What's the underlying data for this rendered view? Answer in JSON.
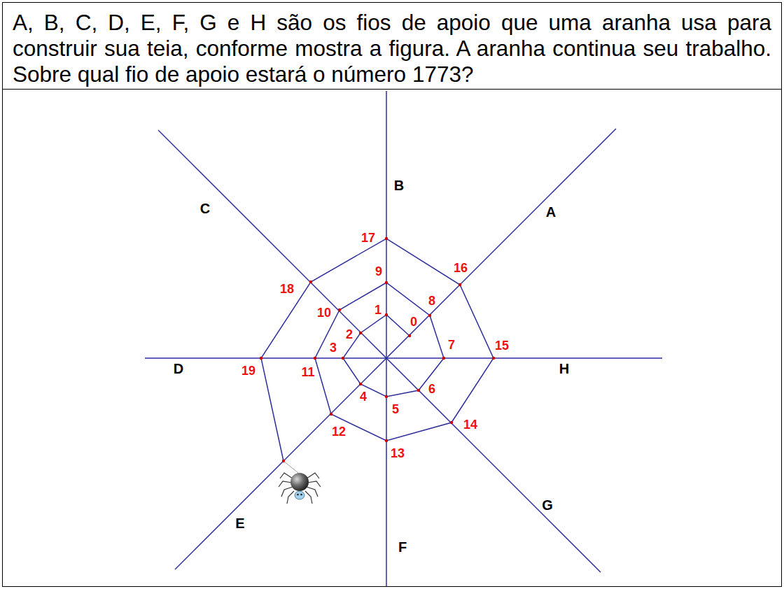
{
  "diagram": {
    "labels": [
      "A, B, C, D, E, F, G e H são os fios de apoio que uma aranha usa para construir sua teia, conforme mostra a figura. A aranha continua seu trabalho. Sobre qual fio de apoio estará o número 1773?",
      "B",
      "A",
      "C",
      "D",
      "H",
      "E",
      "F",
      "G",
      "17",
      "16",
      "18",
      "9",
      "10",
      "1",
      "8",
      "2",
      "0",
      "7",
      "15",
      "19",
      "11",
      "3",
      "4",
      "6",
      "5",
      "12",
      "14",
      "13"
    ]
  }
}
